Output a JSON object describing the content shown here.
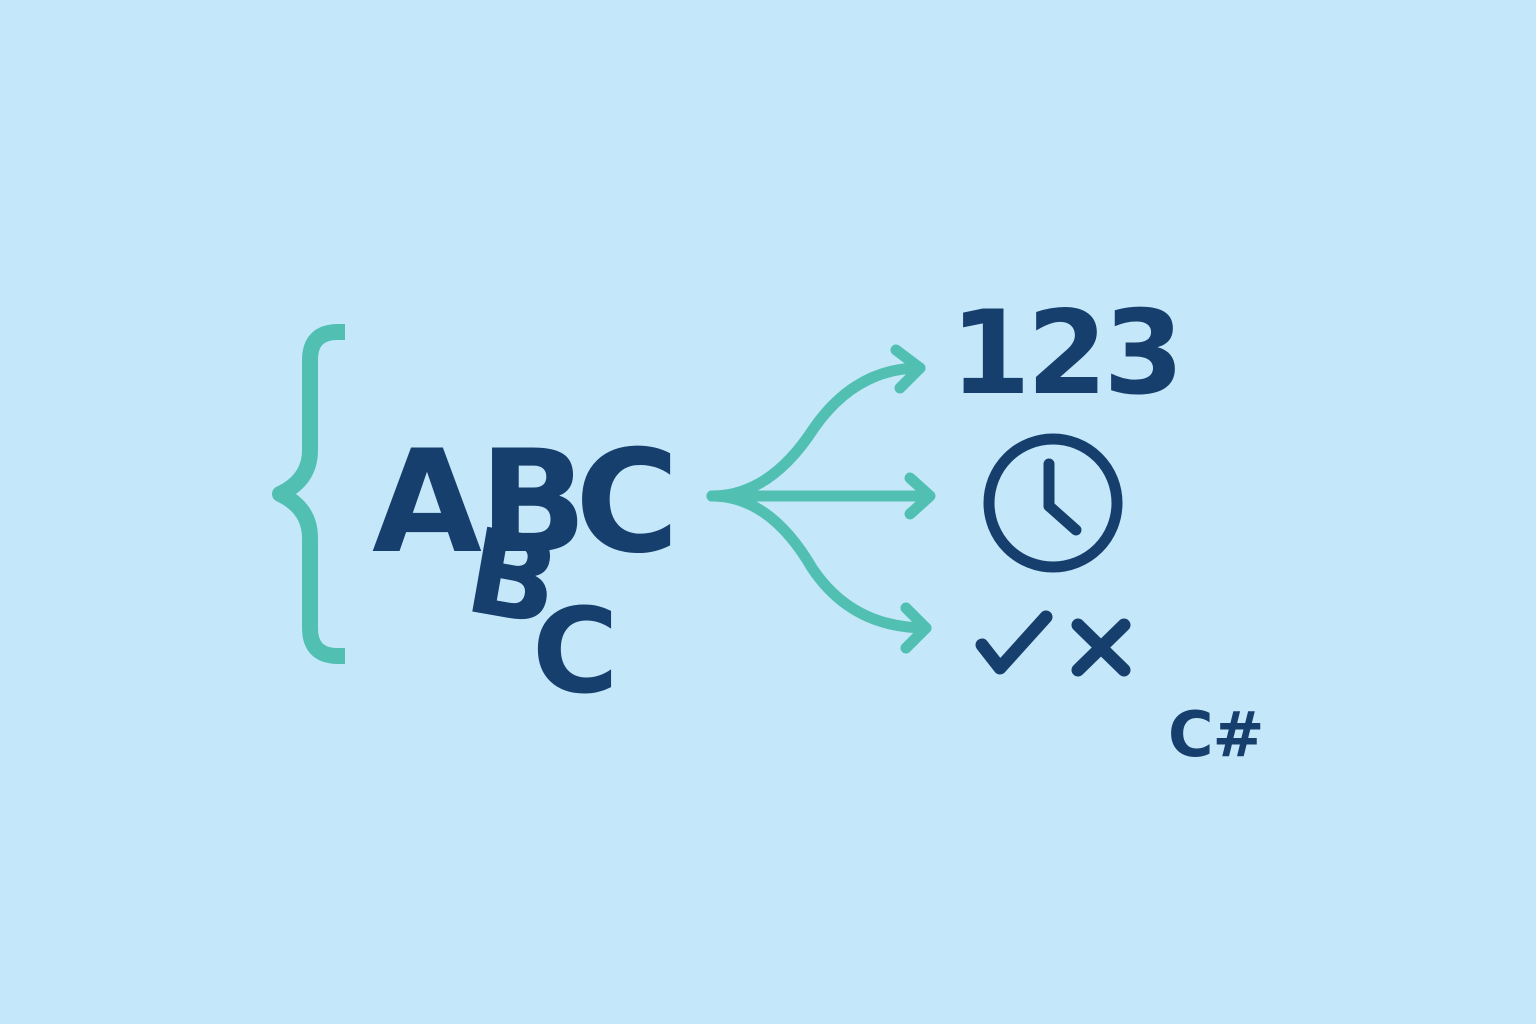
{
  "palette": {
    "background": "#c4e8f9",
    "navy": "#173f6e",
    "teal": "#52bfb3"
  },
  "input": {
    "bracket_icon": "curly-brace-icon",
    "letters": [
      "A",
      "B",
      "C"
    ],
    "letters_second_row": [
      "B",
      "C"
    ]
  },
  "outputs": {
    "number_text": "123",
    "clock_icon": "clock-icon",
    "check_icon": "check-icon",
    "cross_icon": "cross-icon",
    "arrow_icon": "arrow-right-icon"
  },
  "language_label": "C#"
}
